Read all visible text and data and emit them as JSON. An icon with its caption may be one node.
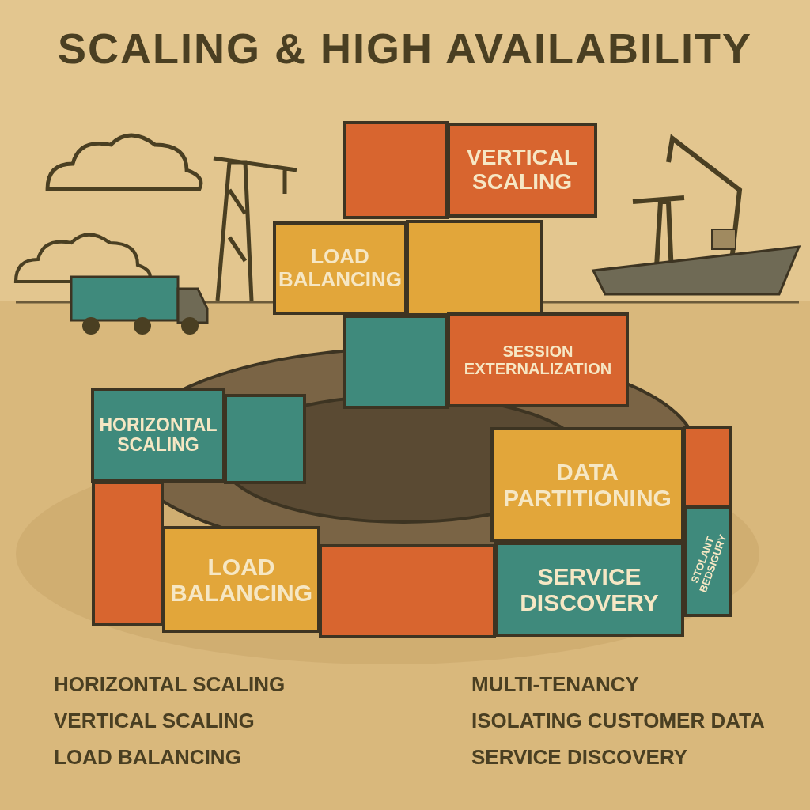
{
  "diagram": {
    "title": "SCALING & HIGH AVAILABILITY",
    "nodes": [
      {
        "text": [
          "VERTICAL SCALING"
        ]
      },
      {
        "text": [
          "LOAD BALANCING"
        ]
      },
      {
        "text": [
          "SESSION EXTERNALIZATION"
        ]
      },
      {
        "text": [
          "HORIZONTAL SCALING"
        ]
      },
      {
        "text": [
          "DATA PARTITIONING"
        ]
      },
      {
        "text": [
          "LOAD BALANCING"
        ]
      },
      {
        "text": [
          "SERVICE DISCOVERY"
        ]
      },
      {
        "text": [
          "STOLANT BEDSIGURY"
        ]
      }
    ],
    "labels": [
      "HORIZONTAL SCALING",
      "VERTICAL SCALING",
      "LOAD BALANCING",
      "MULTI-TENANCY",
      "ISOLATING CUSTOMER DATA",
      "SERVICE DISCOVERY"
    ]
  }
}
